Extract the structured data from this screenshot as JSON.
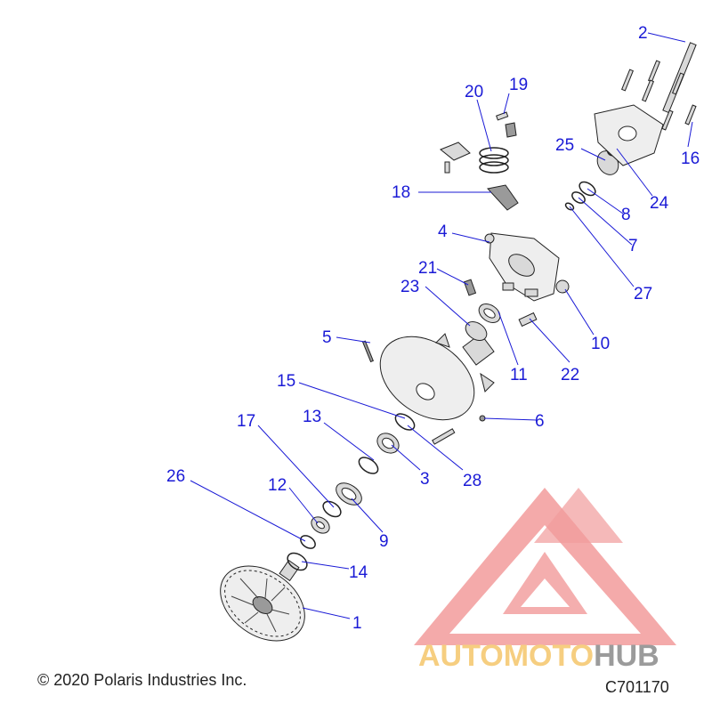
{
  "copyright": "© 2020 Polaris Industries Inc.",
  "drawing_number": "C701170",
  "watermark": {
    "part1": "AUTOMOTO",
    "part2": "HUB",
    "color_primary": "#f08a8a",
    "color_secondary": "#f5c66a",
    "color_tertiary": "#8a8a8a"
  },
  "callout_color": "#1a1ad6",
  "callouts": {
    "c1": "1",
    "c2": "2",
    "c3": "3",
    "c4": "4",
    "c5": "5",
    "c6": "6",
    "c7": "7",
    "c8": "8",
    "c9": "9",
    "c10": "10",
    "c11": "11",
    "c12": "12",
    "c13": "13",
    "c14": "14",
    "c15": "15",
    "c16": "16",
    "c17": "17",
    "c18": "18",
    "c19": "19",
    "c20": "20",
    "c21": "21",
    "c22": "22",
    "c23": "23",
    "c24": "24",
    "c25": "25",
    "c26": "26",
    "c27": "27",
    "c28": "28"
  }
}
